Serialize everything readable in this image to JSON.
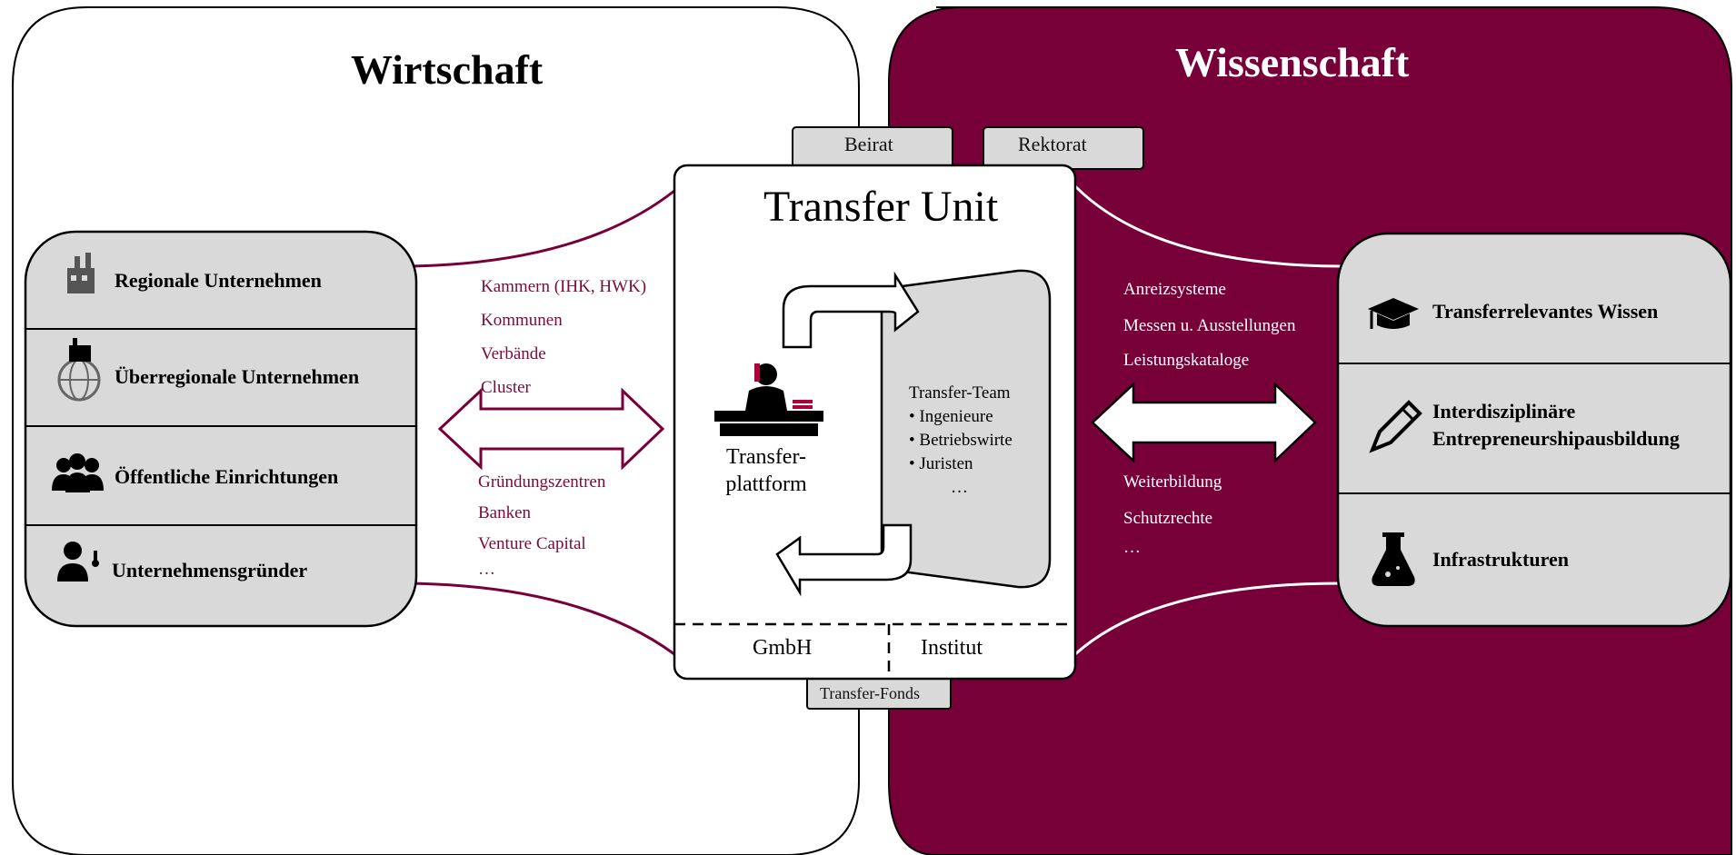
{
  "sections": {
    "left_title": "Wirtschaft",
    "right_title": "Wissenschaft"
  },
  "colors": {
    "maroon": "#780039",
    "panel_gray": "#d9d9d9",
    "tab_gray": "#d9d9d9"
  },
  "top_tabs": {
    "beirat": "Beirat",
    "rektorat": "Rektorat"
  },
  "transfer_unit": {
    "title": "Transfer Unit",
    "platform_line1": "Transfer-",
    "platform_line2": "plattform",
    "team_title": "Transfer-Team",
    "team_members": [
      "• Ingenieure",
      "• Betriebswirte",
      "• Juristen",
      "…"
    ],
    "legal_forms": [
      "GmbH",
      "Institut"
    ],
    "fonds_label": "Transfer-Fonds"
  },
  "left_panel": {
    "items": [
      {
        "label": "Regionale Unternehmen",
        "icon": "factory-icon"
      },
      {
        "label": "Überregionale Unternehmen",
        "icon": "globe-factory-icon"
      },
      {
        "label": "Öffentliche Einrichtungen",
        "icon": "people-group-icon"
      },
      {
        "label": "Unternehmensgründer",
        "icon": "founder-icon"
      }
    ]
  },
  "left_connectors": {
    "top": [
      "Kammern (IHK, HWK)",
      "Kommunen",
      "Verbände",
      "Cluster"
    ],
    "bottom": [
      "Gründungszentren",
      "Banken",
      "Venture Capital",
      "…"
    ]
  },
  "right_connectors": {
    "top": [
      "Anreizsysteme",
      "Messen u. Ausstellungen",
      "Leistungskataloge"
    ],
    "bottom": [
      "Weiterbildung",
      "Schutzrechte",
      "…"
    ]
  },
  "right_panel": {
    "items": [
      {
        "label": "Transferrelevantes Wissen",
        "icon": "graduation-cap-icon"
      },
      {
        "label_line1": "Interdisziplinäre",
        "label_line2": "Entrepreneurshipausbildung",
        "icon": "pencil-icon"
      },
      {
        "label": "Infrastrukturen",
        "icon": "flask-icon"
      }
    ]
  }
}
